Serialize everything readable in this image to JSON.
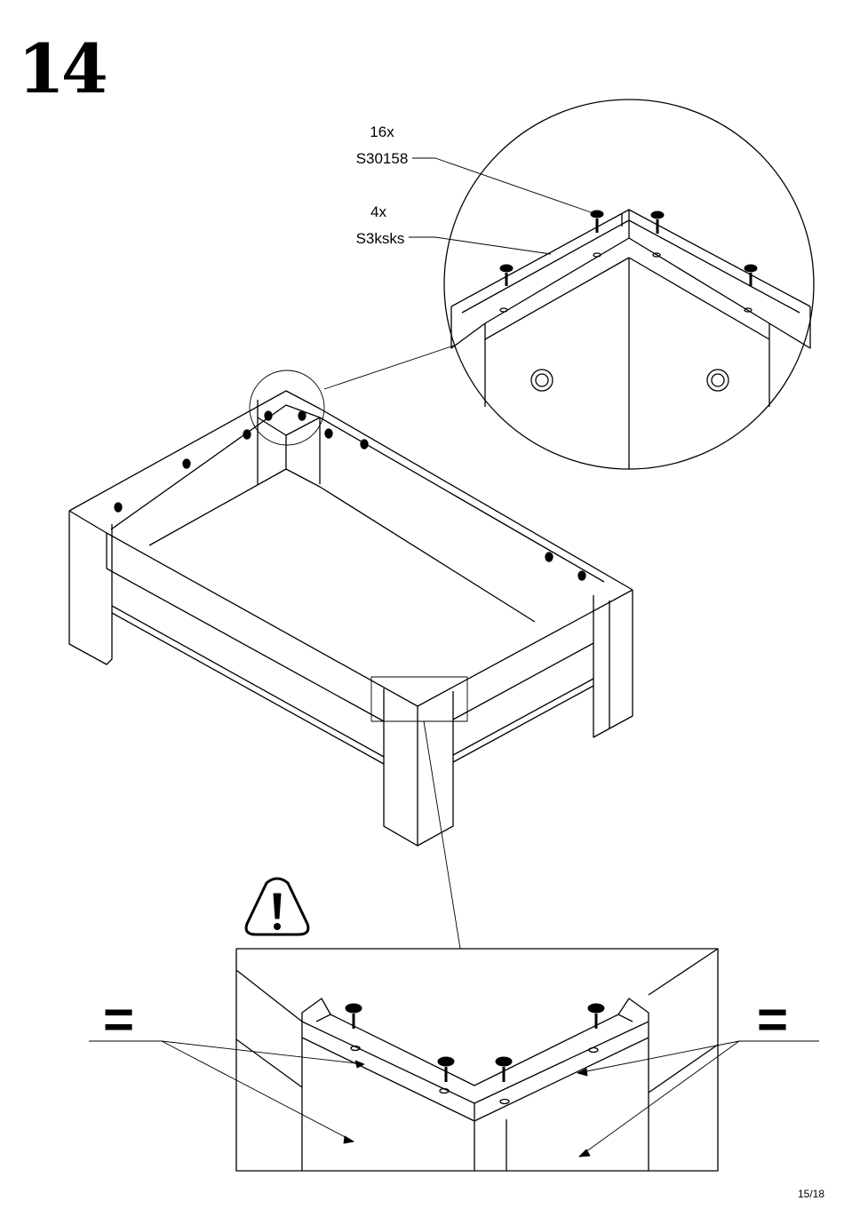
{
  "step": {
    "number": "14"
  },
  "hardware": [
    {
      "quantity": "16x",
      "part_code": "S30158"
    },
    {
      "quantity": "4x",
      "part_code": "S3ksks"
    }
  ],
  "equal_marks": {
    "left": "=",
    "right": "="
  },
  "icons": {
    "warning": "warning-triangle-icon"
  },
  "page": {
    "number": "15/18"
  }
}
